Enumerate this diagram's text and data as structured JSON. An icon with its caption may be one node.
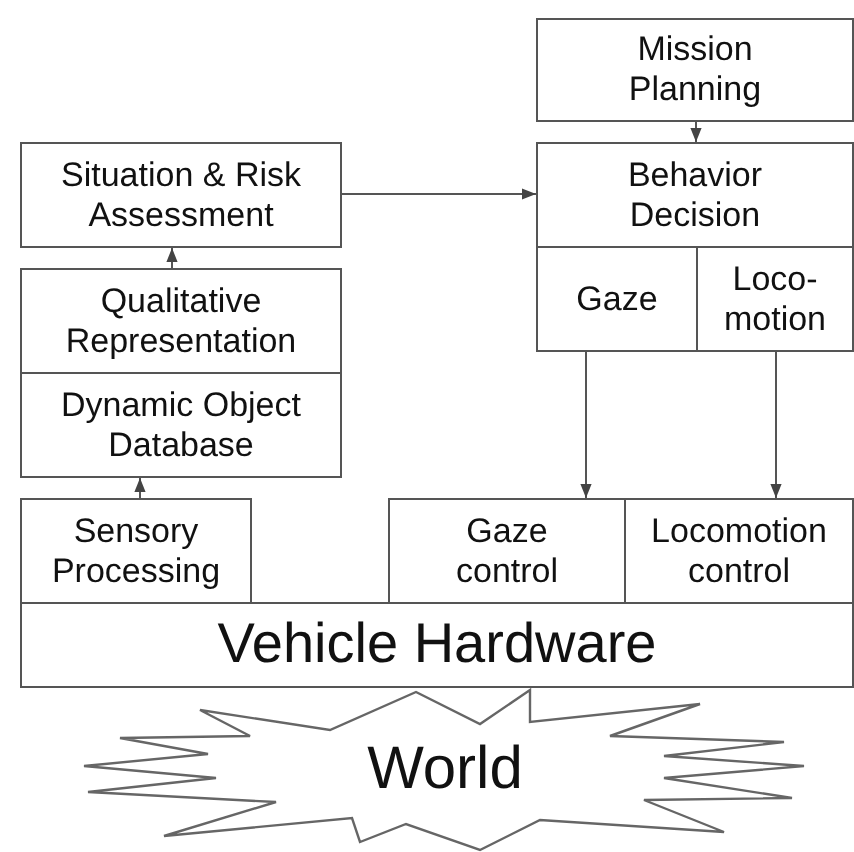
{
  "diagram": {
    "nodes": [
      {
        "text": [
          "Mission Planning"
        ]
      },
      {
        "text": [
          "Behavior Decision"
        ]
      },
      {
        "text": [
          "Gaze"
        ]
      },
      {
        "text": [
          "Loco-motion"
        ]
      },
      {
        "text": [
          "Situation & Risk Assessment"
        ]
      },
      {
        "text": [
          "Qualitative Representation"
        ]
      },
      {
        "text": [
          "Dynamic Object Database"
        ]
      },
      {
        "text": [
          "Sensory Processing"
        ]
      },
      {
        "text": [
          "Gaze control"
        ]
      },
      {
        "text": [
          "Locomotion control"
        ]
      },
      {
        "text": [
          "Vehicle Hardware"
        ]
      },
      {
        "text": [
          "World"
        ]
      }
    ],
    "edges": [
      {
        "from": 0,
        "to": 1,
        "arrow": "to"
      },
      {
        "from": 4,
        "to": 1,
        "arrow": "to"
      },
      {
        "from": 5,
        "to": 4,
        "arrow": "to"
      },
      {
        "from": 7,
        "to": 6,
        "arrow": "to"
      },
      {
        "from": 2,
        "to": 8,
        "arrow": "to"
      },
      {
        "from": 3,
        "to": 9,
        "arrow": "to"
      }
    ]
  }
}
